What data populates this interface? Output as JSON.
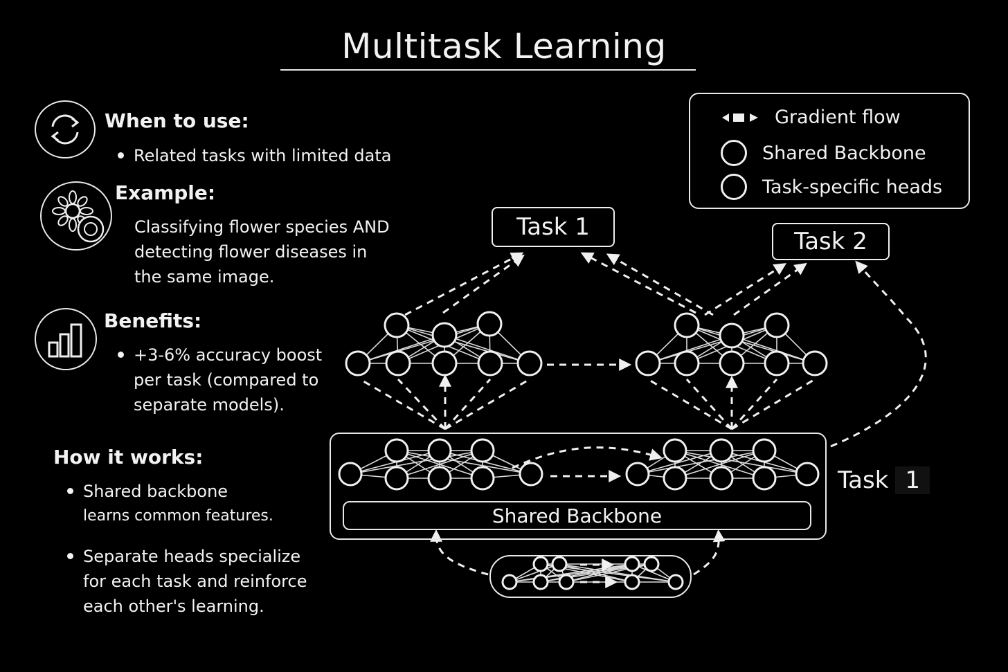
{
  "title": "Multitask Learning",
  "when_to_use": {
    "heading": "When to use:",
    "bullets": [
      "Related tasks with limited data"
    ]
  },
  "example": {
    "heading": "Example:",
    "lines": [
      "Classifying flower species AND",
      "detecting flower diseases in",
      "the same image."
    ]
  },
  "benefits": {
    "heading": "Benefits:",
    "lines": [
      "+3-6% accuracy boost",
      "per task (compared to",
      "separate models)."
    ]
  },
  "how_it_works": {
    "heading": "How it works:",
    "bullet1": [
      "Shared backbone",
      "learns common features."
    ],
    "bullet2": [
      "Separate heads specialize",
      "for each task and reinforce",
      "each other's learning."
    ]
  },
  "legend": {
    "gradient_flow": "Gradient flow",
    "shared_backbone": "Shared Backbone",
    "task_heads": "Task-specific heads"
  },
  "diagram": {
    "task1_label": "Task 1",
    "task2_label": "Task 2",
    "side_label_word": "Task",
    "side_label_num": "1",
    "backbone_label": "Shared Backbone"
  }
}
